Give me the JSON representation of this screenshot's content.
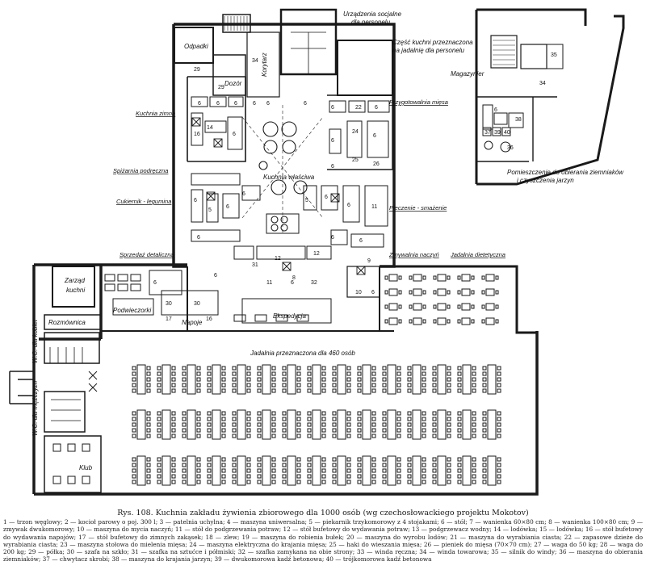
{
  "rooms": {
    "urzadzenia": "Urządzenia socjalne",
    "urzadzenia2": "dla personelu",
    "czesc_kuchni": "Część kuchni przeznaczona",
    "czesc_kuchni2": "na jadalnię dla personelu",
    "magazynier": "Magazynier",
    "odpadki": "Odpadki",
    "dozor": "Dozór",
    "korytarz": "Korytarz",
    "kuchnia_zimna": "Kuchnia zimna",
    "przygotowalnia": "Przygotowalnia mięsa",
    "spizarnia": "Spiżarnia podręczna",
    "kuchnia_wlasciwa": "Kuchnia właściwa",
    "cukiernik": "Cukiernik - legumina",
    "pieczenie": "Pieczenie - smażenie",
    "pomieszczenie": "Pomieszczenie do obierania ziemniaków",
    "pomieszczenie2": "i czyszczenia jarzyn",
    "sprzedaz": "Sprzedaż detaliczna",
    "zmywalnia": "Zmywalnia naczyń",
    "jadalnia_diet": "Jadalnia dietetyczna",
    "zarzad": "Zarząd",
    "zarzad2": "kuchni",
    "podwieczorki": "Podwieczorki",
    "napoje": "Napoje",
    "ekspedycja": "Ekspedycja",
    "rozmownica": "Rozmównica",
    "wc_kobiet": "W.C. dla kobiet",
    "wc_mezczyzn": "W.C. dla mężczyzn",
    "klub": "Klub",
    "sala": "Jadalnia przeznaczona dla 460 osób"
  },
  "caption": {
    "title": "Rys. 108. Kuchnia zakładu żywienia zbiorowego dla 1000 osób (wg czechosłowackiego projektu Mokotov)",
    "legend": "1 — trzon węglowy; 2 — kocioł parowy o poj. 300 l; 3 — patelnia uchylna; 4 — maszyna uniwersalna; 5 — piekarnik trzykomorowy z 4 stojakami; 6 — stół; 7 — wanienka 60×80 cm; 8 — wanienka 100×80 cm; 9 — zmywak dwukomorowy; 10 — maszyna do mycia naczyń; 11 — stół do podgrzewania potraw; 12 — stół bufetowy do wydawania potraw; 13 — podgrzewacz wodny; 14 — lodówka; 15 — lodówka; 16 — stół bufetowy do wydawania napojów; 17 — stół bufetowy do zimnych zakąsek; 18 — zlew; 19 — maszyna do robienia bułek; 20 — maszyna do wyrobu lodów; 21 — maszyna do wyrabiania ciasta; 22 — zapasowe dzieże do wyrabiania ciasta; 23 — maszyna stołowa do mielenia mięsa; 24 — maszyna elektryczna do krajania mięsa; 25 — haki do wieszania mięsa; 26 — pieniek do mięsa (70×70 cm); 27 — waga do 50 kg; 28 — waga do 200 kg; 29 — półka; 30 — szafa na szkło; 31 — szafka na sztućce i półmiski; 32 — szafka zamykana na obie strony; 33 — winda ręczna; 34 — winda towarowa; 35 — silnik do windy; 36 — maszyna do obierania ziemniaków; 37 — chwytacz skrobi; 38 — maszyna do krajania jarzyn; 39 — dwukomorowa kadź betonowa; 40 — trójkomorowa kadź betonowa"
  }
}
